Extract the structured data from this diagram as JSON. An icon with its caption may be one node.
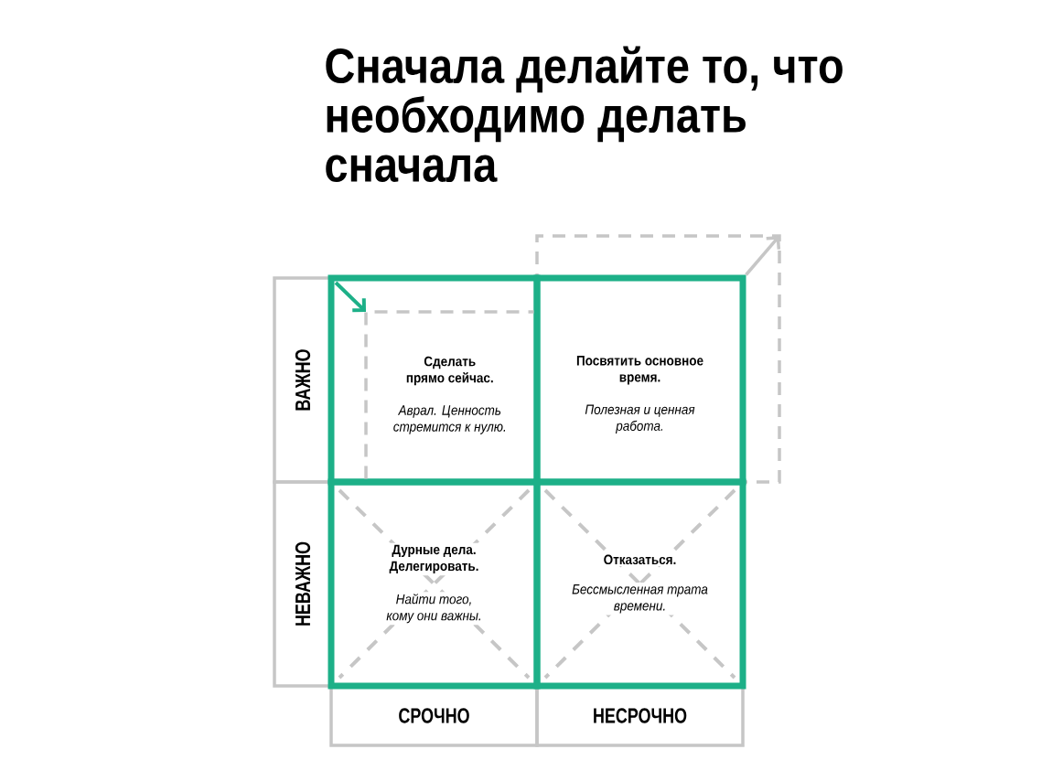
{
  "diagram": {
    "title": "Сначала делайте то, что необходимо делать сначала",
    "nodes": [
      {
        "text": [],
        "shape": "box"
      },
      {
        "text": [
          "ВАЖНО"
        ]
      },
      {
        "text": [],
        "shape": "box"
      },
      {
        "text": [
          "Сделать прямо сейчас.",
          "Аврал. Ценность стремится к нулю."
        ],
        "in": 2
      },
      {
        "text": [
          "Посвятить основное время.",
          "Полезная и ценная работа."
        ],
        "in": 0
      },
      {
        "text": [
          "НЕВАЖНО"
        ]
      },
      {
        "text": [
          "Дурные дела. Делегировать.",
          "Найти того, кому они важны."
        ]
      },
      {
        "text": [
          "Отказаться.",
          "Бессмысленная трата времени."
        ]
      },
      {
        "text": [
          "СРОЧНО"
        ]
      },
      {
        "text": [
          "НЕСРОЧНО"
        ]
      }
    ],
    "edges": [
      {
        "from": 2,
        "to": 3,
        "arrow": "to",
        "color": "#1db088"
      },
      {
        "from": 4,
        "to": 0,
        "arrow": "to",
        "color": "#c6c6c6"
      }
    ]
  }
}
